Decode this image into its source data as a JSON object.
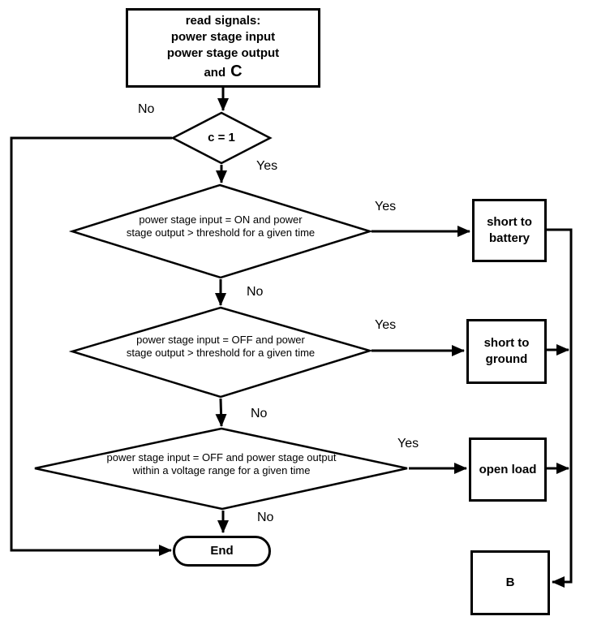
{
  "diagram": {
    "colors": {
      "line": "#000000",
      "background": "#ffffff"
    },
    "start_box": {
      "line1": "read signals:",
      "line2": "power stage input",
      "line3": "power stage output",
      "line4_prefix": "and",
      "line4_big": "C"
    },
    "decisions": {
      "c_equals_1": {
        "label": "c = 1"
      },
      "short_to_battery_check": {
        "line1": "power stage input = ON and power",
        "line2": "stage output > threshold for a given time"
      },
      "short_to_ground_check": {
        "line1": "power stage input = OFF and power",
        "line2": "stage output > threshold for a given time"
      },
      "open_load_check": {
        "line1": "power stage input = OFF and power stage output",
        "line2": "within a voltage range for a given time"
      }
    },
    "outcomes": {
      "short_to_battery": {
        "line1": "short to",
        "line2": "battery"
      },
      "short_to_ground": {
        "line1": "short to",
        "line2": "ground"
      },
      "open_load": {
        "label": "open load"
      },
      "connector_b": {
        "label": "B"
      }
    },
    "end_node": {
      "label": "End"
    },
    "branch_labels": {
      "no1": "No",
      "yes1": "Yes",
      "yes2": "Yes",
      "no2": "No",
      "yes3": "Yes",
      "no3": "No",
      "yes4": "Yes",
      "no4": "No"
    }
  }
}
